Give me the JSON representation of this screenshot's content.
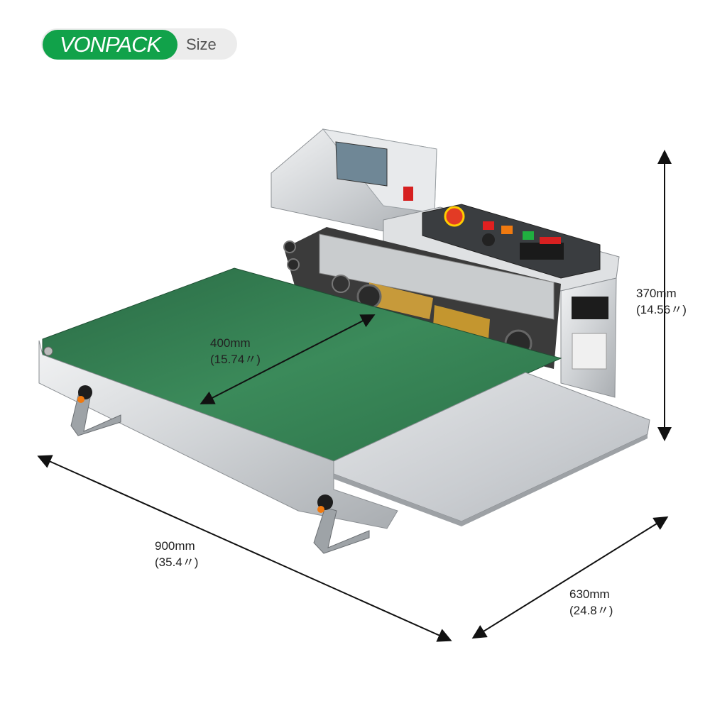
{
  "brand": {
    "name": "VONPACK",
    "label": "Size",
    "color": "#11a24a"
  },
  "dimensions": {
    "height": {
      "value": "370mm",
      "inches": "(14.56〃)"
    },
    "width": {
      "value": "400mm",
      "inches": "(15.74〃)"
    },
    "length": {
      "value": "900mm",
      "inches": "(35.4〃)"
    },
    "depth": {
      "value": "630mm",
      "inches": "(24.8〃)"
    }
  },
  "colors": {
    "belt": "#2f7d52",
    "steel": "#d4d6d8",
    "arrow": "#111111"
  }
}
